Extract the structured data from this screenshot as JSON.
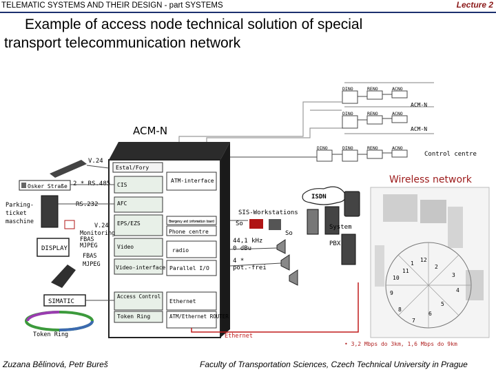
{
  "header": {
    "course": "TELEMATIC SYSTEMS AND THEIR DESIGN -  part SYSTEMS",
    "lecture": "Lecture 2"
  },
  "title": {
    "line1": "Example of access node technical solution of special",
    "line2": "transport telecommunication network"
  },
  "diagram": {
    "acm_main": "ACM-N",
    "acm_top1": "ACM-N",
    "acm_top2": "ACM-N",
    "dino1": "DINO",
    "reno1": "RENO",
    "acno1": "ACNO",
    "dino2": "DINO",
    "reno2": "RENO",
    "acno2": "ACNO",
    "dino3a": "DINO",
    "dino3b": "DINO",
    "reno3": "RENO",
    "acno3": "ACNO",
    "control_centre": "Control centre",
    "wireless": "Wireless network",
    "isdn": "ISDN",
    "v24_top": "V.24",
    "osker": "Osker Straße",
    "rs485": "2 * RS.485",
    "rs232": "RS.232",
    "parking": "Parking-\nticket\nmaschine",
    "v24_mid": "V.24",
    "monitoring": "Monitoring",
    "fbas1": "FBAS",
    "mjpeg1": "MJPEG",
    "display": "DISPLAY",
    "fbas2": "FBAS",
    "mjpeg2": "MJPEG",
    "simatic": "SIMATIC",
    "token_ring_label": "Token  Ring",
    "estal": "Estal/Fory",
    "atm_interface": "ATM-interface",
    "cis": "CIS",
    "afc": "AFC",
    "eps_ezs": "EPS/EZS",
    "emergency": "Emergency and information board",
    "phone": "Phone centre",
    "video": "Video",
    "radio": "radio",
    "video_interface": "Video-interface",
    "parallel": "Parallel I/O",
    "access_control": "Access Control",
    "ethernet1": "Ethernet",
    "token_ring": "Token Ring",
    "atm_eth_router": "ATM/Ethernet ROUTER",
    "sis": "SIS-Workstations",
    "so1": "So",
    "so2": "So",
    "system": "System",
    "pbx": "PBX",
    "khz": "44,1 kHz\n0 dBu",
    "pot_frei": "4 *\npot.-frei",
    "ethernet_red": "Ethernet",
    "speed_note": "• 3,2 Mbps do 3km, 1,6 Mbps do 9km",
    "wheel_numbers": [
      "1",
      "2",
      "3",
      "4",
      "5",
      "6",
      "7",
      "8",
      "9",
      "10",
      "11",
      "12"
    ]
  },
  "footer": {
    "authors": "Zuzana Bělinová, Petr Bureš",
    "faculty": "Faculty of Transportation Sciences, Czech Technical University in Prague"
  }
}
